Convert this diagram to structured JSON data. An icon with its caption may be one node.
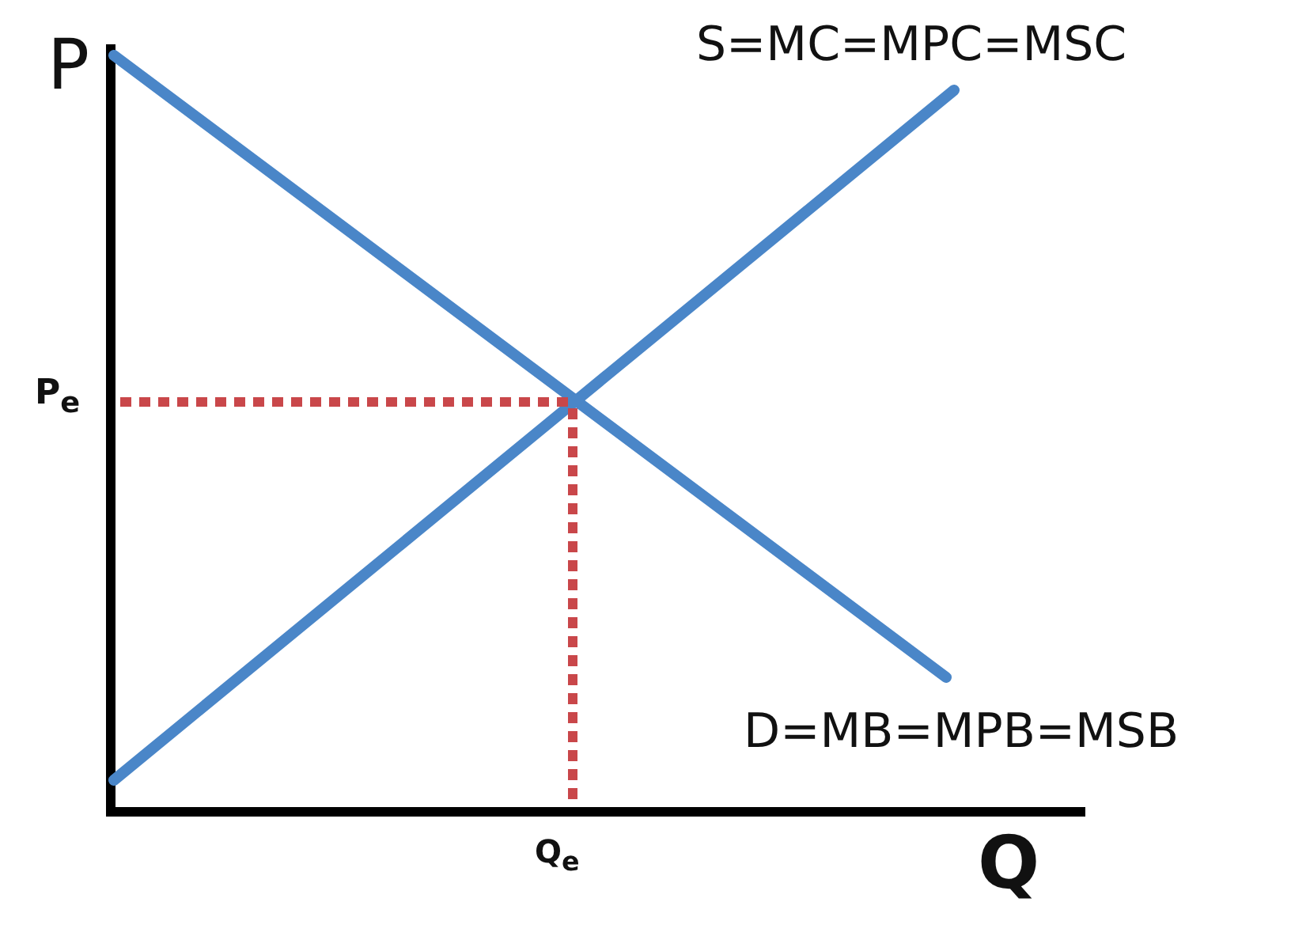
{
  "diagram": {
    "labels": [
      "P",
      "S=MC=MPC=MSC",
      "P$_{e}$",
      "D=MB=MPB=MSB",
      "Q$_{e}$",
      "Q"
    ]
  }
}
